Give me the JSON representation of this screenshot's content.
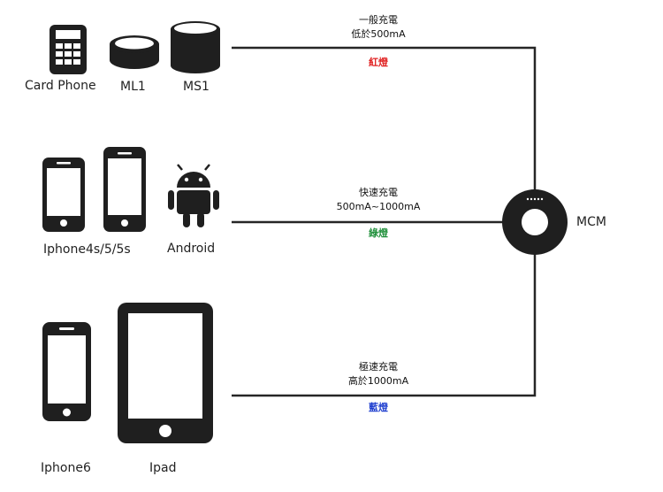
{
  "colors": {
    "device": "#1f1f1f",
    "line": "#262626",
    "red_lamp": "#e02020",
    "green_lamp": "#1f8f3a",
    "blue_lamp": "#1f3fcf"
  },
  "devices": {
    "card_phone": "Card Phone",
    "ml1": "ML1",
    "ms1": "MS1",
    "iphone4s": "Iphone4s/5/5s",
    "android": "Android",
    "iphone6": "Iphone6",
    "ipad": "Ipad"
  },
  "hub": {
    "label": "MCM",
    "icon": "mcm-charger-icon"
  },
  "tiers": [
    {
      "mode": "一般充電",
      "current": "低於500mA",
      "lamp": "紅燈"
    },
    {
      "mode": "快速充電",
      "current": "500mA~1000mA",
      "lamp": "綠燈"
    },
    {
      "mode": "極速充電",
      "current": "高於1000mA",
      "lamp": "藍燈"
    }
  ]
}
